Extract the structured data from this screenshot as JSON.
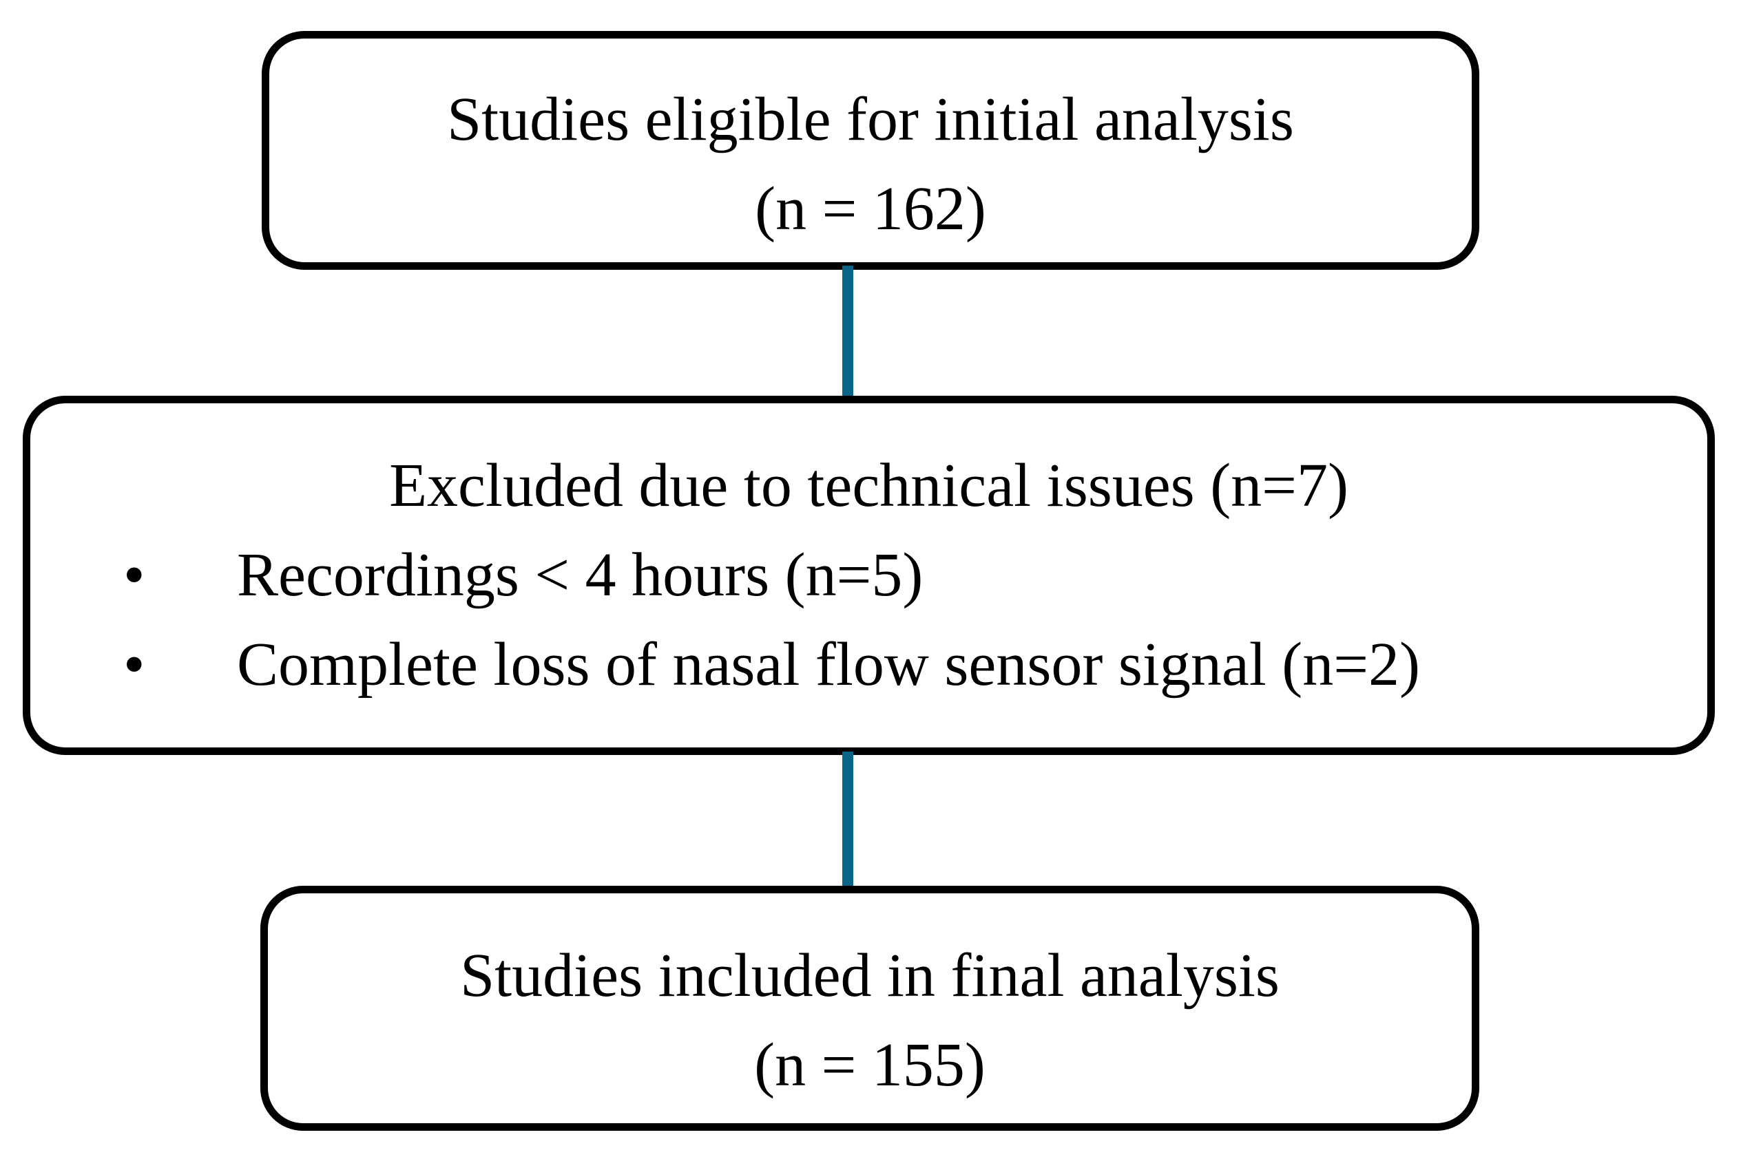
{
  "flowchart": {
    "box1": {
      "line1": "Studies eligible for initial analysis",
      "line2": "(n = 162)"
    },
    "box2": {
      "title": "Excluded due to technical issues (n=7)",
      "bullet_char": "•",
      "bullets": [
        "Recordings < 4 hours (n=5)",
        "Complete loss of nasal flow sensor signal (n=2)"
      ]
    },
    "box3": {
      "line1": "Studies included in final analysis",
      "line2": "(n = 155)"
    },
    "colors": {
      "connector": "#0a6485",
      "border": "#000000",
      "background": "#ffffff",
      "text": "#000000"
    }
  }
}
